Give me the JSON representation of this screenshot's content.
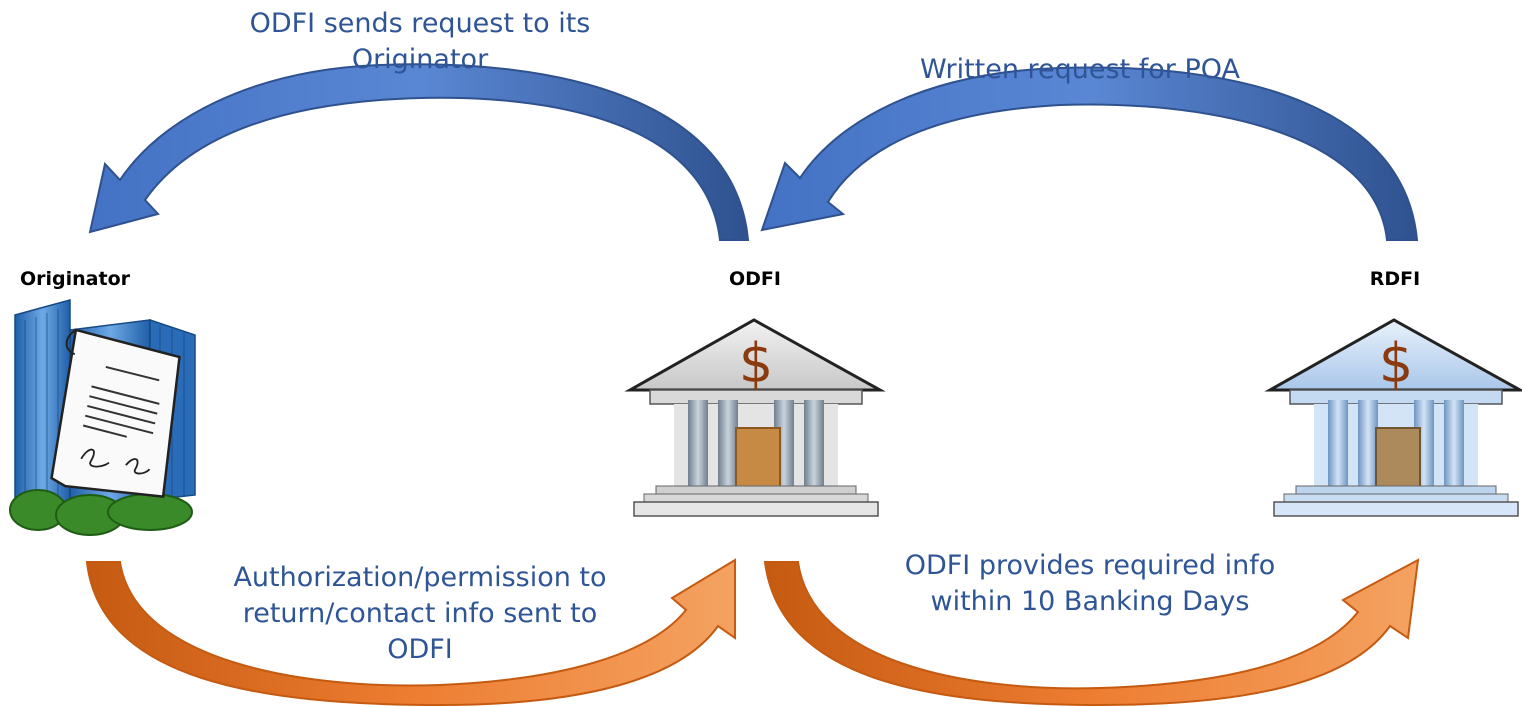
{
  "nodes": {
    "originator": "Originator",
    "odfi": "ODFI",
    "rdfi": "RDFI"
  },
  "labels": {
    "top_left": [
      "ODFI sends request to its",
      "Originator"
    ],
    "top_right": [
      "Written request for POA"
    ],
    "bottom_left": [
      "Authorization/permission to",
      "return/contact info sent to",
      "ODFI"
    ],
    "bottom_right": [
      "ODFI provides required info",
      "within 10 Banking Days"
    ]
  },
  "icons": {
    "originator": "office-building-with-signed-document-icon",
    "odfi": "bank-dollar-icon",
    "rdfi": "bank-dollar-icon"
  },
  "colors": {
    "label_text": "#2f5597",
    "blue_arrow": "#4472c4",
    "orange_arrow": "#ed7d31"
  }
}
